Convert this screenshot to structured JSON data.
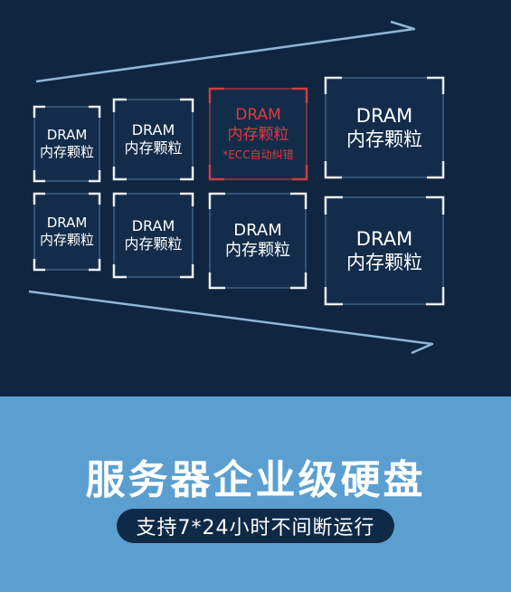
{
  "chips": [
    {
      "id": "r1c1",
      "line1": "DRAM",
      "line2": "内存颗粒",
      "state": "normal"
    },
    {
      "id": "r1c2",
      "line1": "DRAM",
      "line2": "内存颗粒",
      "state": "normal"
    },
    {
      "id": "r1c3",
      "line1": "DRAM",
      "line2": "内存颗粒",
      "line3": "*ECC自动纠错",
      "state": "ecc"
    },
    {
      "id": "r1c4",
      "line1": "DRAM",
      "line2": "内存颗粒",
      "state": "normal"
    },
    {
      "id": "r2c1",
      "line1": "DRAM",
      "line2": "内存颗粒",
      "state": "normal"
    },
    {
      "id": "r2c2",
      "line1": "DRAM",
      "line2": "内存颗粒",
      "state": "normal"
    },
    {
      "id": "r2c3",
      "line1": "DRAM",
      "line2": "内存颗粒",
      "state": "normal"
    },
    {
      "id": "r2c4",
      "line1": "DRAM",
      "line2": "内存颗粒",
      "state": "normal"
    }
  ],
  "headline": "服务器企业级硬盘",
  "subtitle": "支持7*24小时不间断运行",
  "colors": {
    "background_top": "#0f2540",
    "background_bottom": "#5b9fd1",
    "chip_border": "#7fb4de",
    "chip_corner": "#ffffff",
    "ecc_red": "#e23b3b",
    "pill": "#0f2a47"
  }
}
